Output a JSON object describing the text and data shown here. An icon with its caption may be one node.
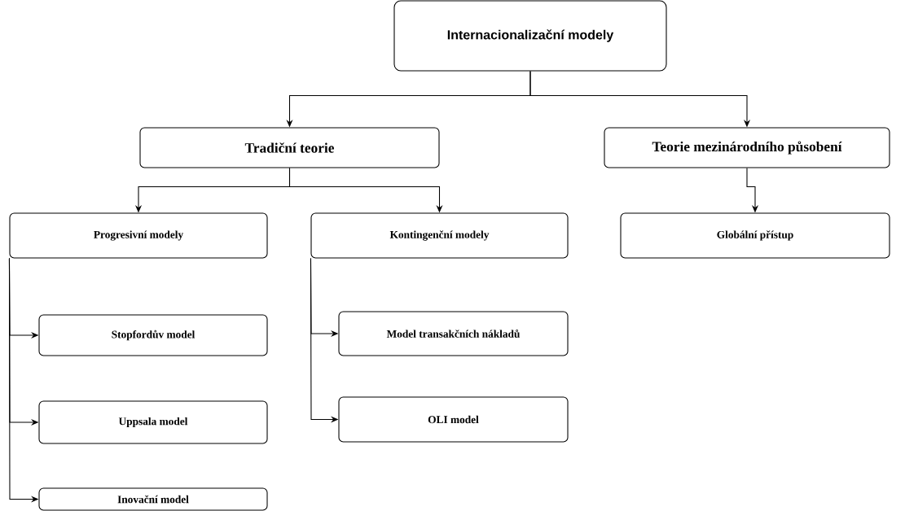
{
  "diagram": {
    "nodes": [
      {
        "text": [
          "Internacionalizační modely"
        ]
      },
      {
        "text": [
          "Tradiční teorie"
        ]
      },
      {
        "text": [
          "Teorie mezinárodního působení"
        ]
      },
      {
        "text": [
          "Progresivní modely"
        ]
      },
      {
        "text": [
          "Kontingenční modely"
        ]
      },
      {
        "text": [
          "Globální přístup"
        ]
      },
      {
        "text": [
          "Stopfordův model"
        ]
      },
      {
        "text": [
          "Uppsala model"
        ]
      },
      {
        "text": [
          "Inovační model"
        ]
      },
      {
        "text": [
          "Model transakčních nákladů"
        ]
      },
      {
        "text": [
          "OLI model"
        ]
      }
    ],
    "edges": [
      {
        "from": 0,
        "to": 1,
        "arrow": "to"
      },
      {
        "from": 0,
        "to": 2,
        "arrow": "to"
      },
      {
        "from": 1,
        "to": 3,
        "arrow": "to"
      },
      {
        "from": 1,
        "to": 4,
        "arrow": "to"
      },
      {
        "from": 2,
        "to": 5,
        "arrow": "to"
      },
      {
        "from": 3,
        "to": 6,
        "arrow": "to"
      },
      {
        "from": 3,
        "to": 7,
        "arrow": "to"
      },
      {
        "from": 3,
        "to": 8,
        "arrow": "to"
      },
      {
        "from": 4,
        "to": 9,
        "arrow": "to"
      },
      {
        "from": 4,
        "to": 10,
        "arrow": "to"
      }
    ]
  }
}
